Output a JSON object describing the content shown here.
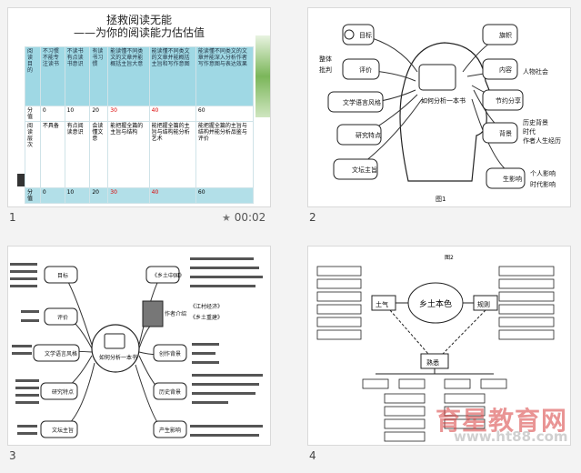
{
  "slides": [
    {
      "number": "1",
      "timing": "00:02",
      "star": "★",
      "title": "拯救阅读无能",
      "subtitle": "——为你的阅读能力估估值",
      "table": {
        "header": [
          "阅读目的",
          "不习惯不能专注读书",
          "不读书有点读书意识",
          "有读书习惯",
          "能读懂不同类文的文章并能概括主旨大意",
          "能读懂不同类文的文章并能概括主旨和写作意图",
          "能读懂不同类文的文章并能深入分析作者写作意图与表达效果"
        ],
        "row1": [
          "分值",
          "0",
          "10",
          "20",
          "30",
          "40",
          "60"
        ],
        "row2": [
          "阅读层次",
          "不具备",
          "有点阅读意识",
          "会读懂文意",
          "能把握全篇的主旨与结构",
          "能把握全篇的主旨与结构能分析艺术",
          "能把握全篇的主旨与结构并能分析品鉴与评价"
        ],
        "row3": [
          "分值",
          "0",
          "10",
          "20",
          "30",
          "40",
          "60"
        ]
      }
    },
    {
      "number": "2",
      "center": "如何分析一本书",
      "left": [
        "目标",
        "评价",
        "文学语言风格",
        "研究特点",
        "文坛主旨"
      ],
      "left_extra": [
        "整体",
        "批判"
      ],
      "right": [
        "旗帜",
        "内容",
        "人物社会",
        "节约分享",
        "背景",
        "生影响"
      ],
      "right_extra": [
        "历史背景",
        "时代",
        "作者人生经历",
        "个人影响",
        "时代影响"
      ],
      "caption": "图1"
    },
    {
      "number": "3",
      "center": "如何分析一本书",
      "left": [
        "目标",
        "评价",
        "文学语言风格",
        "研究特点",
        "文坛主旨"
      ],
      "right": [
        "《乡土中国》",
        "作者介绍",
        "创作背景",
        "历史背景",
        "产生影响"
      ],
      "author_books": [
        "《江村经济》",
        "《乡土重建》"
      ]
    },
    {
      "number": "4",
      "center": "乡土本色",
      "left": "土气",
      "right": "规则",
      "bottom": "熟悉",
      "caption": "图2"
    }
  ],
  "watermark": {
    "text": "育星教育网",
    "url": "www.ht88.com"
  }
}
